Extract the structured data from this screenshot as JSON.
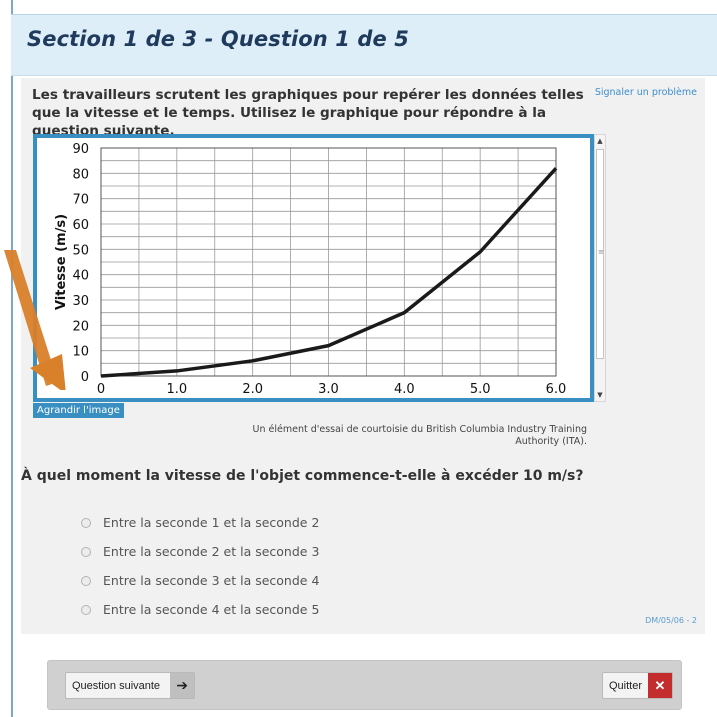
{
  "header": {
    "title": "Section 1 de 3  -  Question 1 de 5"
  },
  "intro": "Les travailleurs scrutent les graphiques pour repérer les données telles que la vitesse et le temps. Utilisez le graphique pour répondre à la question suivante.",
  "report_link": "Signaler un problème",
  "chart_data": {
    "type": "line",
    "ylabel": "Vitesse (m/s)",
    "xlabel": "",
    "x_ticks": [
      "0",
      "1.0",
      "2.0",
      "3.0",
      "4.0",
      "5.0",
      "6.0"
    ],
    "y_ticks": [
      "0",
      "10",
      "20",
      "30",
      "40",
      "50",
      "60",
      "70",
      "80",
      "90"
    ],
    "xlim": [
      0,
      6
    ],
    "ylim": [
      0,
      90
    ],
    "grid": true,
    "series": [
      {
        "x": [
          0,
          1,
          2,
          3,
          4,
          5,
          6
        ],
        "y": [
          0,
          2,
          6,
          12,
          25,
          49,
          82
        ]
      }
    ],
    "line_color": "#1a1a1a"
  },
  "enlarge_label": "Agrandir l'image",
  "credit": "Un élément d'essai de courtoisie du British Columbia Industry Training Authority (ITA).",
  "question": "À quel moment la vitesse de l'objet commence-t-elle à excéder 10 m/s?",
  "options": [
    "Entre la seconde 1 et la seconde 2",
    "Entre la seconde 2 et la seconde 3",
    "Entre la seconde 3 et la seconde 4",
    "Entre la seconde 4 et la seconde 5"
  ],
  "code": "DM/05/06 - 2",
  "footer": {
    "next_label": "Question suivante",
    "quit_label": "Quitter"
  },
  "icons": {
    "next": "arrow-right-icon",
    "quit": "close-icon",
    "pointer": "annotation-arrow-icon"
  },
  "colors": {
    "accent": "#3a8fc2",
    "header_bg": "#ddeef8",
    "title": "#1f3a5c",
    "quit": "#c42d2d",
    "annotation": "#d9802a"
  }
}
